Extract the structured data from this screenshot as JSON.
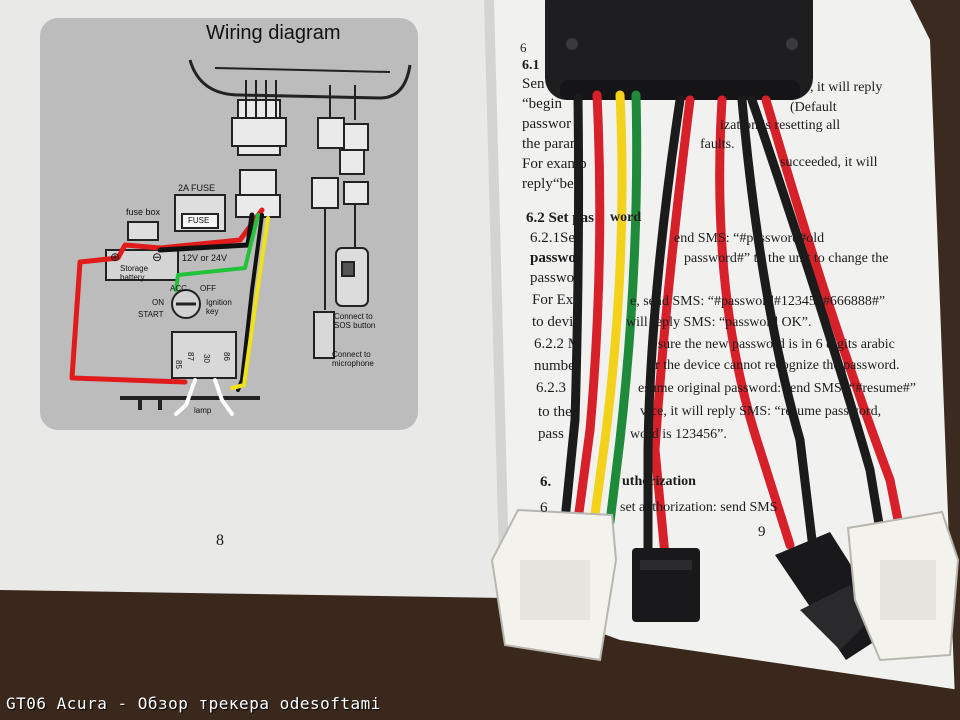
{
  "left_page": {
    "title": "Wiring diagram",
    "labels": {
      "fuse_box": "fuse box",
      "fuse": "2A FUSE",
      "fuse_small": "FUSE",
      "battery_plus": "⊕",
      "battery_minus": "⊖",
      "storage_battery": "Storage battery",
      "voltage": "12V or 24V",
      "acc": "ACC",
      "off": "OFF",
      "on": "ON",
      "start": "START",
      "ignition_key": "Ignition key",
      "relay_87": "87",
      "relay_30": "30",
      "relay_85": "85",
      "relay_86": "86",
      "lamp": "lamp",
      "sos": "Connect to SOS button",
      "mic": "Connect to microphone"
    },
    "page_number": "8"
  },
  "right_page": {
    "lines": [
      "6",
      "6.1",
      "Sen",
      "“begin",
      "passwor",
      "the param",
      "For examp",
      "reply“beg",
      "6.2 Set pas",
      "6.2.1Set",
      "passwo",
      "passwor",
      "For Exa",
      "to devi",
      "6.2.2 M",
      "numbe",
      "6.2.3",
      "to the",
      "pass",
      "6.",
      "6"
    ],
    "fragments": [
      ", it will reply",
      "(Default",
      "ization is resetting all",
      "faults.",
      "succeeded, it will",
      "word",
      "end SMS: “#password#old",
      "password#” to the unit to change the",
      "e, send SMS: “#password#123456#666888#”",
      "will reply SMS: “password OK”.",
      "e sure the new password is in 6 digits arabic",
      "or the device cannot recognize the password.",
      "esume original password: send SMS: “#resume#”",
      "vice, it will reply SMS: “resume password,",
      "word is 123456”.",
      "uthorization",
      "set authorization: send SMS"
    ],
    "page_number": "9"
  },
  "caption": "GT06 Acura - Обзор трекера odesoftami",
  "colors": {
    "wire_red": "#d6202a",
    "wire_yellow": "#f2d21a",
    "wire_green": "#1f8a3a",
    "wire_black": "#1b1b1b",
    "device": "#1f1f22",
    "paper": "#efefed",
    "diagram_bg": "#b9b9b9"
  }
}
